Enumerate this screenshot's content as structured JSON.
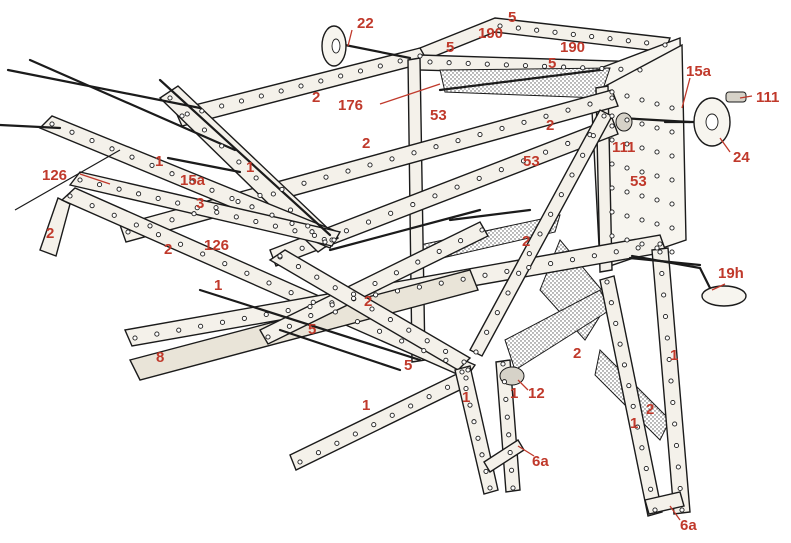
{
  "colors": {
    "label": "#c0392b",
    "line": "#1b1b1b",
    "paper": "#ffffff",
    "metal": "#f4f1ea"
  },
  "labels": {
    "l22": "22",
    "l5a": "5",
    "l5b": "5",
    "l190a": "190",
    "l190b": "190",
    "l5c": "5",
    "l15a_top": "15a",
    "l111_top": "111",
    "l2a": "2",
    "l176": "176",
    "l53a": "53",
    "l2b": "2",
    "l2c": "2",
    "l111_mid": "111",
    "l24": "24",
    "l126a": "126",
    "l1a": "1",
    "l15a_left": "15a",
    "l1b": "1",
    "l53b": "53",
    "l53c": "53",
    "l2d": "2",
    "l3": "3",
    "l2e": "2",
    "l126b": "126",
    "l2f": "2",
    "l19h": "19h",
    "l1c": "1",
    "l2g": "2",
    "l5d": "5",
    "l8": "8",
    "l5e": "5",
    "l2h": "2",
    "l1d": "1",
    "l12": "12",
    "l1e": "1",
    "l1f": "1",
    "l2i": "2",
    "l1g": "1",
    "l1h": "1",
    "l6a_mid": "6a",
    "l6a_bottom": "6a"
  }
}
